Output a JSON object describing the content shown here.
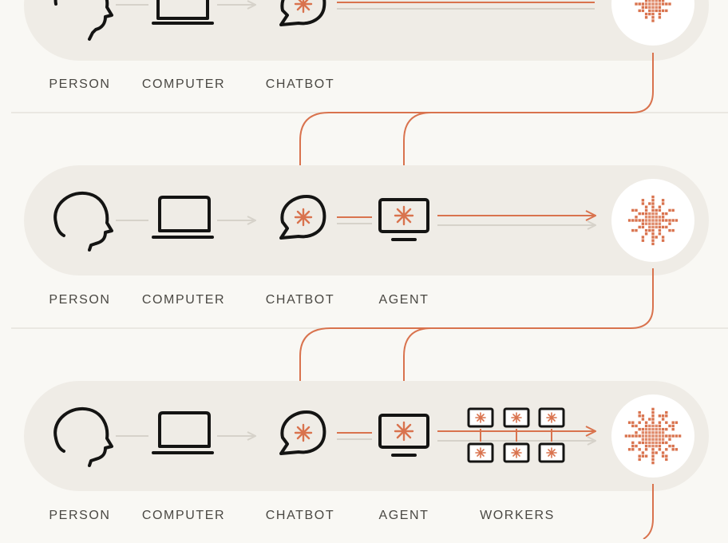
{
  "colors": {
    "background": "#f9f8f4",
    "band": "#efece6",
    "divider": "#e6e3dc",
    "ink": "#141413",
    "accent": "#d9734e",
    "muted_arrow": "#d6d2ca",
    "label": "#4a4843",
    "circle": "#ffffff"
  },
  "icons": [
    "person-head-icon",
    "laptop-icon",
    "chatbot-bubble-icon",
    "agent-monitor-icon",
    "workers-grid-icon",
    "ai-burst-icon"
  ],
  "rows": [
    {
      "labels": {
        "person": "PERSON",
        "computer": "COMPUTER",
        "chatbot": "CHATBOT"
      }
    },
    {
      "labels": {
        "person": "PERSON",
        "computer": "COMPUTER",
        "chatbot": "CHATBOT",
        "agent": "AGENT"
      }
    },
    {
      "labels": {
        "person": "PERSON",
        "computer": "COMPUTER",
        "chatbot": "CHATBOT",
        "agent": "AGENT",
        "workers": "WORKERS"
      }
    }
  ]
}
